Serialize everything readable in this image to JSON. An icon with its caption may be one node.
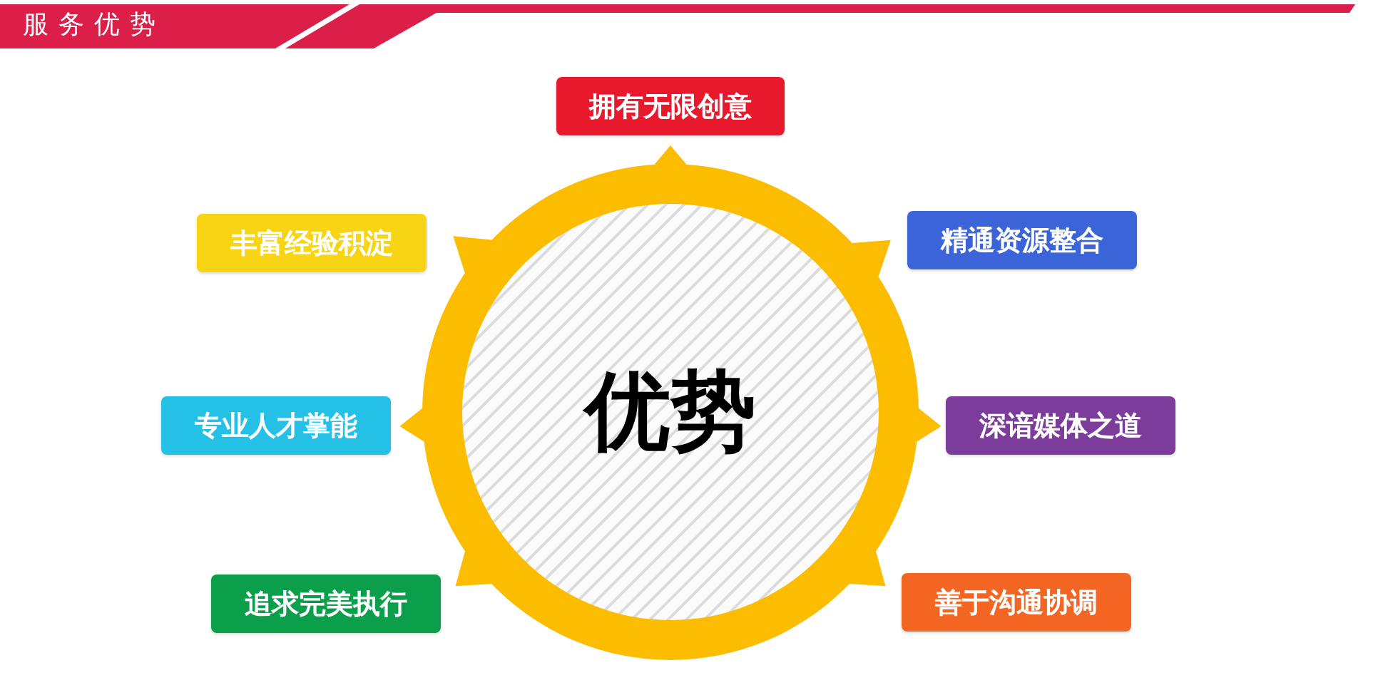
{
  "diagram": {
    "title": "服务优势",
    "nodes": [
      {
        "text": [
          "拥有无限创意"
        ]
      },
      {
        "text": [
          "丰富经验积淀"
        ]
      },
      {
        "text": [
          "精通资源整合"
        ]
      },
      {
        "text": [
          "专业人才掌能"
        ]
      },
      {
        "text": [
          "优势"
        ]
      },
      {
        "text": [
          "深谙媒体之道"
        ]
      },
      {
        "text": [
          "追求完美执行"
        ]
      },
      {
        "text": [
          "善于沟通协调"
        ]
      }
    ]
  }
}
